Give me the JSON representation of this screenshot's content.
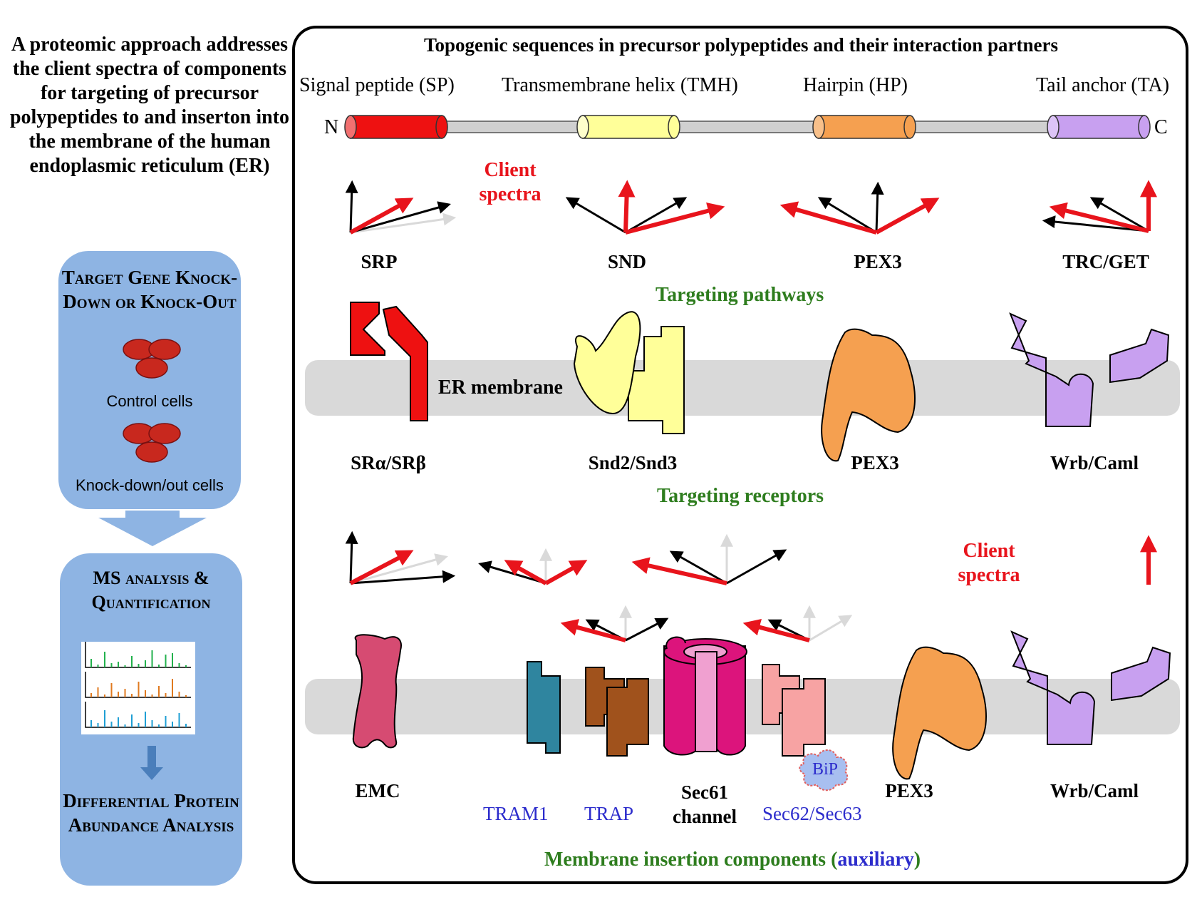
{
  "intro": {
    "text": "A proteomic approach addresses the client spectra of components for targeting of precursor polypeptides to and inserton into the membrane of the human endoplasmic reticulum (ER)"
  },
  "workflow": {
    "step1_title": "Target Gene Knock-Down or Knock-Out",
    "control_label": "Control cells",
    "knock_label": "Knock-down/out cells",
    "step2_title": "MS analysis & Quantification",
    "step3_title": "Differential Protein Abundance Analysis",
    "panel_color": "#8eb4e3",
    "spectrum_colors": [
      "#22b14c",
      "#e07a1f",
      "#1f9fd4"
    ]
  },
  "main": {
    "title": "Topogenic sequences in precursor polypeptides and their interaction partners",
    "domains": [
      {
        "label": "Signal peptide (SP)",
        "color": "#ee1111"
      },
      {
        "label": "Transmembrane helix (TMH)",
        "color": "#ffff99"
      },
      {
        "label": "Hairpin (HP)",
        "color": "#f5a050"
      },
      {
        "label": "Tail anchor (TA)",
        "color": "#c8a0f0"
      }
    ],
    "n_term": "N",
    "c_term": "C",
    "client_spectra_top": "Client spectra",
    "client_spectra_bottom": "Client spectra",
    "pathways": [
      "SRP",
      "SND",
      "PEX3",
      "TRC/GET"
    ],
    "pathways_heading": "Targeting pathways",
    "er_membrane_label": "ER membrane",
    "receptors": [
      "SRα/SRβ",
      "Snd2/Snd3",
      "PEX3",
      "Wrb/Caml"
    ],
    "receptors_heading": "Targeting receptors",
    "components_main": [
      "EMC",
      "Sec61 channel",
      "PEX3",
      "Wrb/Caml"
    ],
    "components_aux": [
      "TRAM1",
      "TRAP",
      "Sec62/Sec63"
    ],
    "bip": "BiP",
    "components_heading": "Membrane insertion components (",
    "components_heading_aux": "auxiliary",
    "components_heading_end": ")",
    "colors": {
      "heading_green": "#2e7d1e",
      "client_red": "#e8141c",
      "aux_blue": "#2c2ccc",
      "membrane": "#d9d9d9",
      "srp_receptor": "#ee1111",
      "snd": "#ffff99",
      "pex3": "#f5a050",
      "wrb": "#c8a0f0",
      "emc": "#d64b72",
      "tram1": "#2f859f",
      "trap": "#a0521c",
      "sec61": "#dc147c",
      "sec62": "#f7a3a3",
      "bip": "#a8bff0"
    }
  }
}
